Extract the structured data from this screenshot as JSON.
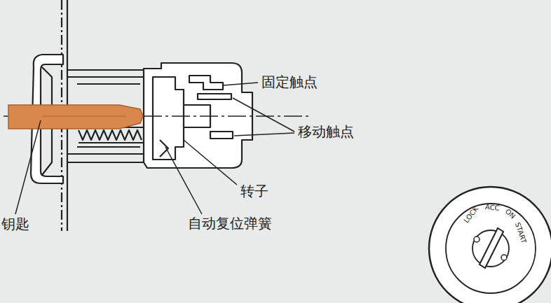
{
  "diagram": {
    "labels": [
      "固定触点",
      "移动触点",
      "转子",
      "自动复位弹簧",
      "钥匙",
      "LOCK",
      "ACC",
      "ON",
      "START"
    ]
  }
}
